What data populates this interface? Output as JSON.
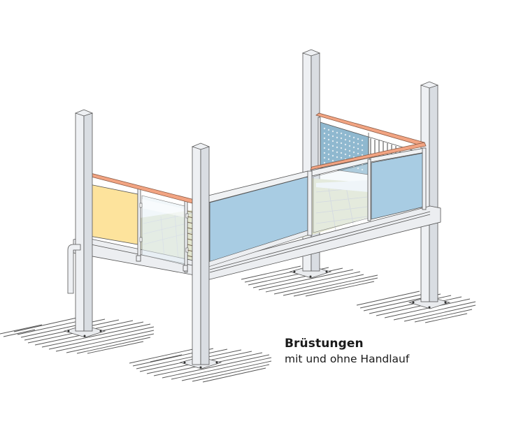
{
  "caption": {
    "title": "Brüstungen",
    "subtitle": "mit und ohne Handlauf"
  },
  "illustration": {
    "subject": "isometric balcony structure on four square steel posts with anchor plates, showing balustrade infill variants",
    "components": [
      {
        "id": "panel-yellow",
        "label": "opaque yellow panel",
        "color": "#fde39c"
      },
      {
        "id": "panel-glass",
        "label": "clear glass panel",
        "color": "#e6f1f6"
      },
      {
        "id": "panel-blue",
        "label": "blue opaque panel",
        "color": "#a8cce3"
      },
      {
        "id": "panel-perforated",
        "label": "perforated metal panel",
        "color": "#8fb8cf"
      },
      {
        "id": "vertical-bars",
        "label": "vertical bar infill",
        "color": "#444444"
      },
      {
        "id": "handrail",
        "label": "handrail",
        "color": "#f2a482"
      },
      {
        "id": "floor-tiles",
        "label": "balcony floor tiles",
        "color": "#e3e6cf"
      },
      {
        "id": "drain-pipe",
        "label": "drainage pipe",
        "color": "#eef0f3"
      }
    ],
    "colors": {
      "post": "#eef0f3",
      "outline": "#555555",
      "handrail": "#f2a482",
      "yellow_panel": "#fde39c",
      "blue_panel": "#a8cce3",
      "perforated_panel": "#8fb8cf",
      "glass_panel": "#e6f1f6",
      "floor": "#e3e6cf"
    }
  }
}
